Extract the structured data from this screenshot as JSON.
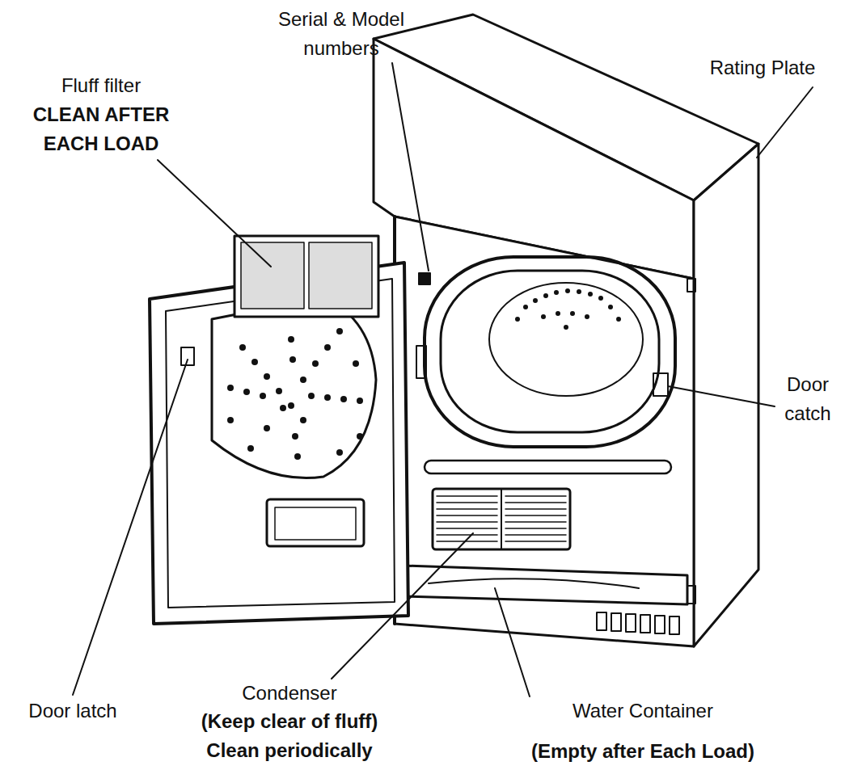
{
  "diagram": {
    "labels": [
      "Serial & Model numbers",
      "Rating Plate",
      "Fluff filter",
      "CLEAN AFTER EACH LOAD",
      "Door catch",
      "Door latch",
      "Condenser",
      "(Keep clear of fluff) Clean periodically",
      "Water Container",
      "(Empty after Each Load)"
    ]
  }
}
